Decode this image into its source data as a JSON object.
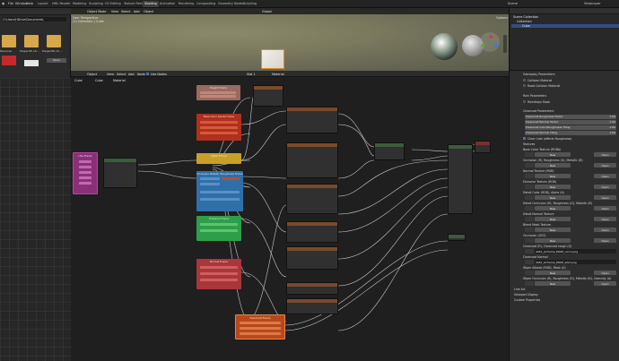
{
  "app": {
    "menus": [
      "File",
      "Window",
      "Help"
    ],
    "workspaces": [
      "Layout",
      "HML Render",
      "Modeling",
      "Sculpting",
      "UV Editing",
      "Texture Paint",
      "Shading",
      "Animation",
      "Rendering",
      "Compositing",
      "Geometry Nodes",
      "Scripting"
    ],
    "active_workspace": "Shading",
    "scene": "Scene",
    "view_layer": "ViewLayer"
  },
  "file_browser": {
    "path": "C:\\Users\\HDrive\\Documents\\",
    "items": [
      "Personal",
      "Prepar3D v5 ...",
      "Prepar3D v5 ..."
    ],
    "open_label": "Open"
  },
  "viewport": {
    "mode": "Object Mode",
    "menus": [
      "View",
      "Select",
      "Add",
      "Object"
    ],
    "global": "Global",
    "overlay_line1": "User Perspective",
    "overlay_line2": "(1) Collection | Cube",
    "options": "Options"
  },
  "node_editor": {
    "mode": "Object",
    "menus": [
      "View",
      "Select",
      "Add",
      "Node"
    ],
    "use_nodes": "Use Nodes",
    "slot": "Slot 1",
    "material": "Material",
    "breadcrumbs": [
      "Cube",
      "Cube",
      "Material"
    ],
    "frames": {
      "uv": "UVs Frame",
      "height": "Height Frame",
      "base": "Base Color Inputs Frame",
      "metal": "Metal Frame",
      "occlusion": "Occlusion Metallic Roughness Frame",
      "emissive": "Emissive Frame",
      "normal": "Normal Frame",
      "clearcoat": "Clearcoat Frame"
    }
  },
  "outliner": {
    "root": "Scene Collection",
    "collection": "Collection",
    "object": "Cube"
  },
  "properties": {
    "sections": {
      "gameplay": "Gameplay Parameters",
      "collision": "Collision Material",
      "road": "Road Collision Material",
      "rain": "Rain Parameters",
      "raindrops": "Raindrops Mask",
      "clearcoat_params": "Clearcoat Parameters",
      "textures": "Textures"
    },
    "clearcoat_fields": [
      {
        "label": "Clearcoat Roughness Factor",
        "value": "1.00"
      },
      {
        "label": "Clearcoat Normal Factor",
        "value": "1.00"
      },
      {
        "label": "Clearcoat Color/Roughness Tiling",
        "value": "1.00"
      },
      {
        "label": "Clearcoat Normal Tiling",
        "value": "1.00"
      }
    ],
    "clearcoat_option": "Clear Coat (affects Roughness)",
    "texture_slots": [
      "Base Color Texture (RGBA)",
      "Occlusion (R), Roughness (G), Metallic (B)",
      "Normal Texture (RGB)",
      "Emissive Texture (RGB)",
      "Detail Color (RGB), Alpha (A)",
      "Detail Occlusion (R), Roughness (G), Metallic (B)",
      "Detail Normal Texture",
      "Blend Mask Texture",
      "Occlusion (UV2)",
      "Clearcoat (R), Clearcoat rough (G)",
      "Clearcoat Normal",
      "Wiper Albedo (RGB), Mask (A)",
      "Wiper Occlusion (R), Roughness (G), Metallic (B), Intensity (A)"
    ],
    "file_clearcoat": "ds62_airframe_PROP_norm.png",
    "file_clearcoat_normal": "ds62_airframe_PROP_sfed.png",
    "new_label": "New",
    "open_label": "Open",
    "bottom_sections": [
      "Line Art",
      "Viewport Display",
      "Custom Properties"
    ]
  },
  "colors": {
    "frame_uv": "#8c2f7a",
    "frame_height": "#9a6a5f",
    "frame_base": "#b0301e",
    "frame_metal": "#c8a028",
    "frame_occlusion": "#2f6fa8",
    "frame_emissive": "#2e9e4b",
    "frame_normal": "#a8363a",
    "frame_clearcoat": "#b8481c",
    "accent": "#4772b3"
  }
}
